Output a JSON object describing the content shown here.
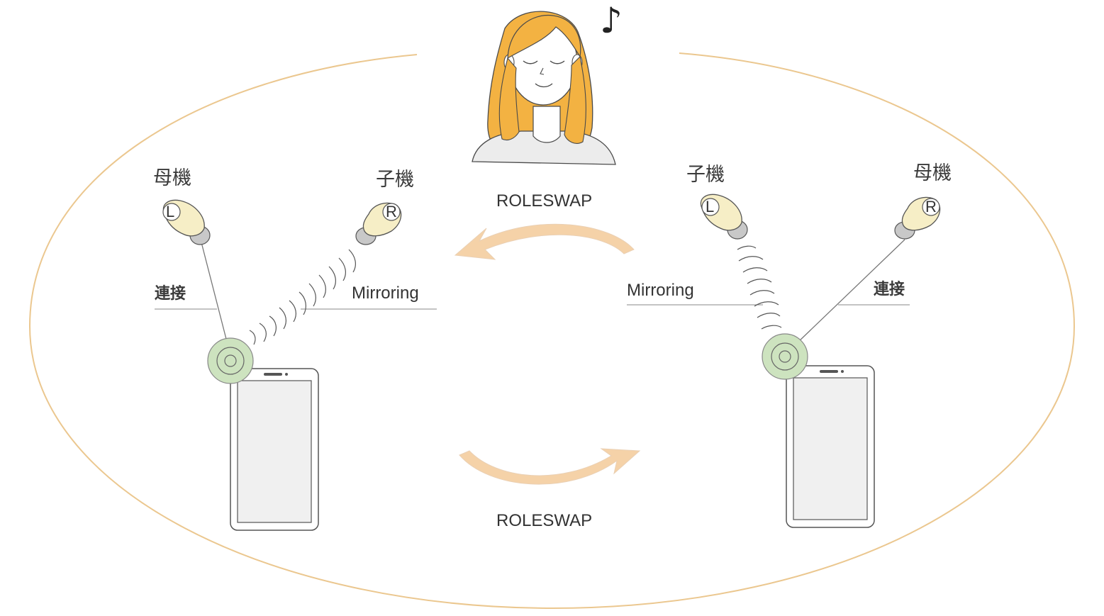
{
  "colors": {
    "ellipse": "#ebc78f",
    "arrow": "#f5d2a8",
    "arrow_outline": "#ead0b4",
    "hair": "#f3b242",
    "earbud": "#f6eec6",
    "earbud_tip": "#c8c8c8",
    "device_ring": "#cde3bf",
    "phone_screen": "#f0f0f0",
    "line": "#777777"
  },
  "labels": {
    "left_parent": "母機",
    "left_child": "子機",
    "right_child": "子機",
    "right_parent": "母機",
    "left_connect": "連接",
    "right_connect": "連接",
    "left_mirroring": "Mirroring",
    "right_mirroring": "Mirroring",
    "roleswap_top": "ROLESWAP",
    "roleswap_bottom": "ROLESWAP"
  },
  "earbuds": {
    "left_parent_letter": "L",
    "left_child_letter": "R",
    "right_child_letter": "L",
    "right_parent_letter": "R"
  },
  "icons": {
    "music": "music-note-icon",
    "person": "woman-listening",
    "device": "bluetooth-chip-icon",
    "phone": "smartphone-icon"
  },
  "symbols": {
    "music_note": "♪"
  }
}
